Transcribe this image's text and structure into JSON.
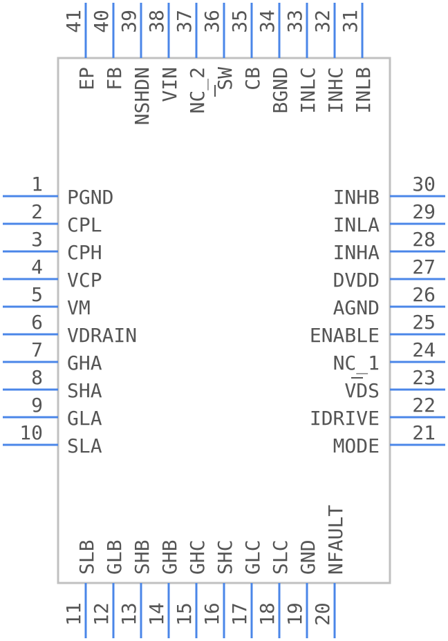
{
  "left_pins": [
    {
      "number": "1",
      "label": "PGND"
    },
    {
      "number": "2",
      "label": "CPL"
    },
    {
      "number": "3",
      "label": "CPH"
    },
    {
      "number": "4",
      "label": "VCP"
    },
    {
      "number": "5",
      "label": "VM"
    },
    {
      "number": "6",
      "label": "VDRAIN"
    },
    {
      "number": "7",
      "label": "GHA"
    },
    {
      "number": "8",
      "label": "SHA"
    },
    {
      "number": "9",
      "label": "GLA"
    },
    {
      "number": "10",
      "label": "SLA"
    }
  ],
  "bottom_pins": [
    {
      "number": "11",
      "label": "SLB"
    },
    {
      "number": "12",
      "label": "GLB"
    },
    {
      "number": "13",
      "label": "SHB"
    },
    {
      "number": "14",
      "label": "GHB"
    },
    {
      "number": "15",
      "label": "GHC"
    },
    {
      "number": "16",
      "label": "SHC"
    },
    {
      "number": "17",
      "label": "GLC"
    },
    {
      "number": "18",
      "label": "SLC"
    },
    {
      "number": "19",
      "label": "GND"
    },
    {
      "number": "20",
      "label": "NFAULT"
    }
  ],
  "right_pins": [
    {
      "number": "21",
      "label": "MODE"
    },
    {
      "number": "22",
      "label": "IDRIVE"
    },
    {
      "number": "23",
      "label": "VDS"
    },
    {
      "number": "24",
      "label": "NC_1"
    },
    {
      "number": "25",
      "label": "ENABLE"
    },
    {
      "number": "26",
      "label": "AGND"
    },
    {
      "number": "27",
      "label": "DVDD"
    },
    {
      "number": "28",
      "label": "INHA"
    },
    {
      "number": "29",
      "label": "INLA"
    },
    {
      "number": "30",
      "label": "INHB"
    }
  ],
  "top_pins": [
    {
      "number": "31",
      "label": "INLB"
    },
    {
      "number": "32",
      "label": "INHC"
    },
    {
      "number": "33",
      "label": "INLC"
    },
    {
      "number": "34",
      "label": "BGND"
    },
    {
      "number": "35",
      "label": "CB"
    },
    {
      "number": "36",
      "label": "SW"
    },
    {
      "number": "37",
      "label": "NC_2"
    },
    {
      "number": "38",
      "label": "VIN"
    },
    {
      "number": "39",
      "label": "NSHDN"
    },
    {
      "number": "40",
      "label": "FB"
    },
    {
      "number": "41",
      "label": "EP"
    }
  ],
  "colors": {
    "pin": "#4a86e8",
    "body_outline": "#c0c0c0",
    "text": "#555555"
  }
}
